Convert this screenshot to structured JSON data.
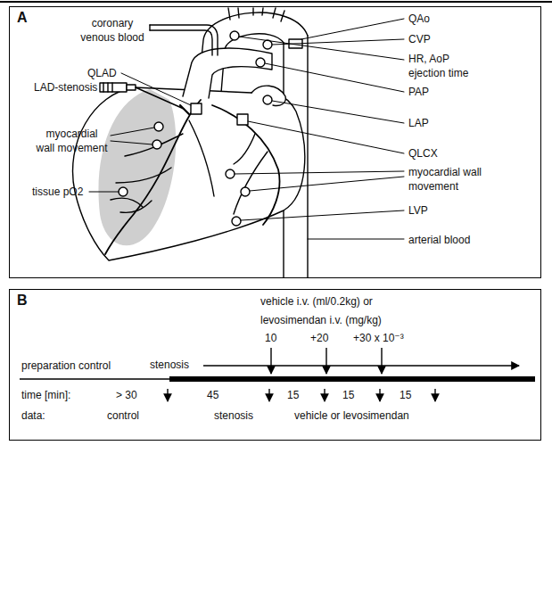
{
  "diagram": {
    "nodes": [
      {
        "text": [
          "A"
        ]
      },
      {
        "text": [
          "B"
        ]
      }
    ],
    "labels": [
      "coronary venous blood",
      "QLAD",
      "LAD-stenosis",
      "myocardial wall movement",
      "tissue pO2",
      "QAo",
      "CVP",
      "HR, AoP ejection time",
      "PAP",
      "LAP",
      "QLCX",
      "myocardial wall movement",
      "LVP",
      "arterial blood",
      "vehicle i.v. (ml/0.2kg) or",
      "levosimendan i.v. (mg/kg)",
      "10",
      "+20",
      "+30 x 10⁻³",
      "preparation control",
      "stenosis",
      "time [min]:",
      "> 30",
      "45",
      "15",
      "15",
      "15",
      "data:",
      "control",
      "stenosis",
      "vehicle or levosimendan"
    ]
  }
}
